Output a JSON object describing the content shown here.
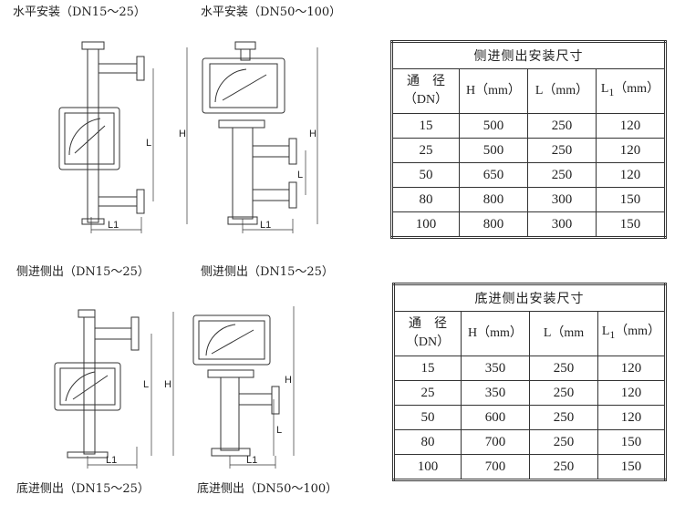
{
  "captions": {
    "top_left": "水平安装（DN15～25）",
    "top_right": "水平安装（DN50～100）",
    "mid_left": "侧进侧出（DN15～25）",
    "mid_right": "侧进侧出（DN15～25）",
    "bottom_left": "底进侧出（DN15～25）",
    "bottom_right": "底进侧出（DN50～100）"
  },
  "dim_labels": {
    "H": "H",
    "L": "L",
    "L1": "L1"
  },
  "tables": [
    {
      "title": "侧进侧出安装尺寸",
      "headers": [
        "通　径",
        "（DN）",
        "H（mm）",
        "L（mm）",
        "L",
        "1",
        "（mm）"
      ],
      "rows": [
        [
          "15",
          "500",
          "250",
          "120"
        ],
        [
          "25",
          "500",
          "250",
          "120"
        ],
        [
          "50",
          "650",
          "250",
          "120"
        ],
        [
          "80",
          "800",
          "300",
          "150"
        ],
        [
          "100",
          "800",
          "300",
          "150"
        ]
      ]
    },
    {
      "title": "底进侧出安装尺寸",
      "headers": [
        "通　径",
        "（DN）",
        "H（mm）",
        "L（mm",
        "L",
        "1",
        "（mm）"
      ],
      "rows": [
        [
          "15",
          "350",
          "250",
          "120"
        ],
        [
          "25",
          "350",
          "250",
          "120"
        ],
        [
          "50",
          "600",
          "250",
          "120"
        ],
        [
          "80",
          "700",
          "250",
          "150"
        ],
        [
          "100",
          "700",
          "250",
          "150"
        ]
      ]
    }
  ]
}
